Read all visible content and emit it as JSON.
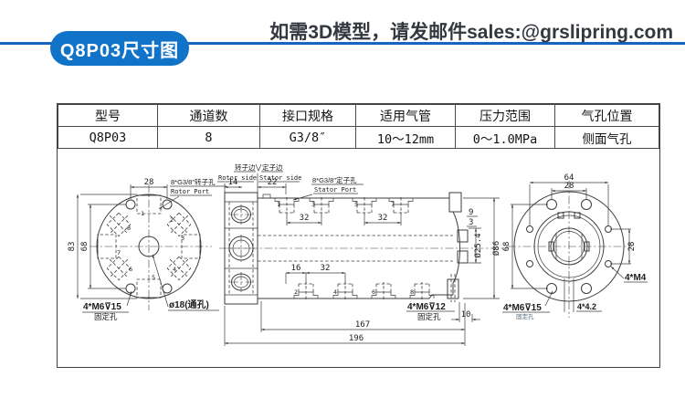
{
  "header": {
    "badge_label": "Q8P03尺寸图",
    "note": "如需3D模型，请发邮件sales:@grslipring.com"
  },
  "spec_table": {
    "headers": [
      "型号",
      "通道数",
      "接口规格",
      "适用气管",
      "压力范围",
      "气孔位置"
    ],
    "row": [
      "Q8P03",
      "8",
      "G3/8″",
      "10～12mm",
      "0～1.0MPa",
      "侧面气孔"
    ]
  },
  "drawing": {
    "left_view": {
      "dim_28": "28",
      "dim_83": "83",
      "dim_68": "68",
      "rotor_port_cn": "8*G3/8″转子孔",
      "rotor_port_en": "Rotor Port",
      "through_hole": "ø18(通孔)",
      "fixing": "4*M6⊽15",
      "fixing_sub": "固定孔",
      "ports": [
        "1",
        "2",
        "3",
        "4",
        "5",
        "6",
        "7",
        "8"
      ]
    },
    "side_view": {
      "rotor_side_cn": "转子边",
      "stator_side_cn": "定子边",
      "rotor_side_en": "Rotor side",
      "stator_side_en": "Stator side",
      "dim_14": "14",
      "dim_22": "22",
      "stator_port_cn": "8*G3/8″定子孔",
      "stator_port_en": "Stator Port",
      "top_ports": [
        "1",
        "3",
        "5",
        "7"
      ],
      "bottom_ports": [
        "2",
        "4",
        "6",
        "8"
      ],
      "dim_32_a": "32",
      "dim_32_b": "32",
      "dim_16": "16",
      "dim_32_c": "32",
      "dim_9": "9",
      "dim_3": "3",
      "dia_inner": "Ø25.4",
      "dia_body": "Ø86",
      "fixing": "4*M6⊽12",
      "fixing_sub": "固定孔",
      "dim_10": "10",
      "dim_167": "167",
      "dim_196": "196"
    },
    "right_view": {
      "dim_64": "64",
      "dim_28_top": "28",
      "dim_68": "68",
      "dim_28_side": "28",
      "m4_label": "4*M4",
      "fixing": "4*M6⊽15",
      "fixing_sub": "固定孔",
      "hole_label": "4*4.2"
    }
  },
  "colors": {
    "accent": "#1173c8",
    "divider": "#1467bd",
    "note_text": "#33383f",
    "line": "#3c3c3c"
  }
}
